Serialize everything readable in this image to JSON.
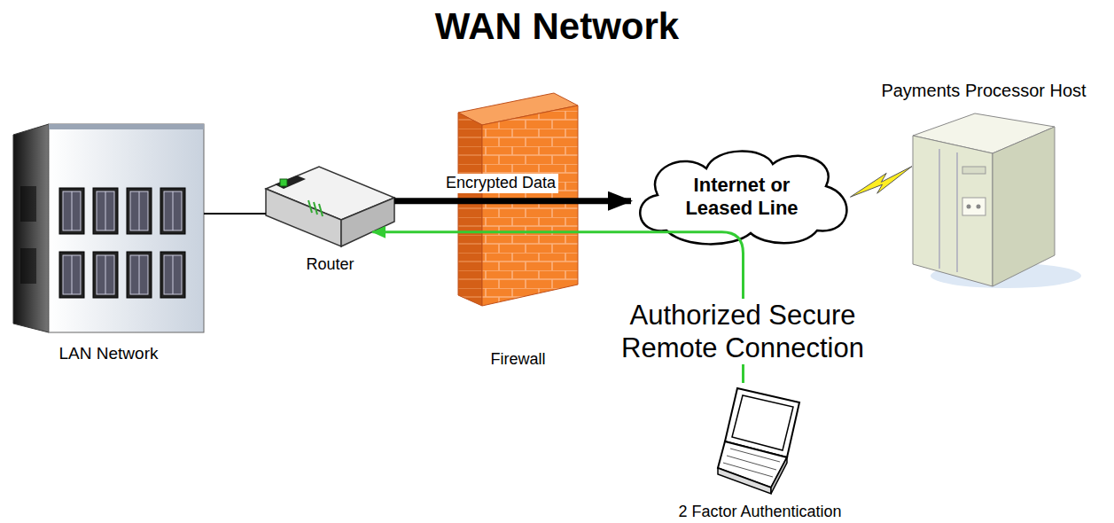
{
  "diagram": {
    "title": "WAN Network",
    "nodes": [
      {
        "text": [
          "LAN Network"
        ]
      },
      {
        "text": [
          "Router"
        ]
      },
      {
        "text": [
          "Firewall"
        ]
      },
      {
        "text": [
          "Internet or Leased Line"
        ]
      },
      {
        "text": [
          "Payments Processor Host"
        ]
      },
      {
        "text": [
          "2 Factor Authentication"
        ]
      }
    ],
    "edges": [
      {
        "from": 0,
        "to": 1,
        "arrow": "none"
      },
      {
        "from": 1,
        "to": 3,
        "arrow": "to",
        "label": "Encrypted Data"
      },
      {
        "from": 3,
        "to": 4,
        "arrow": "none"
      },
      {
        "from": 5,
        "to": 1,
        "arrow": "to",
        "label": "Authorized Secure Remote Connection"
      }
    ]
  }
}
